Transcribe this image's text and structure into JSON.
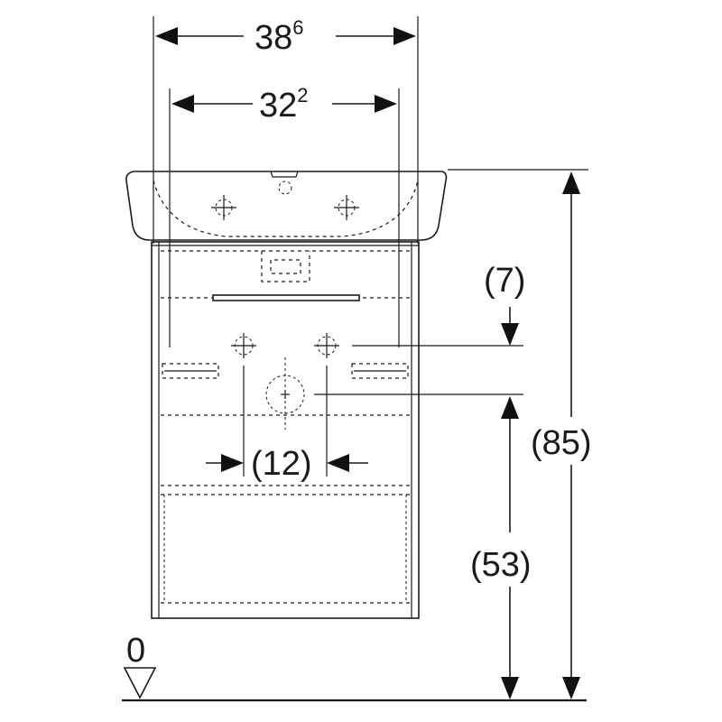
{
  "dimensions": {
    "overall_width": {
      "base": "38",
      "sup": "6"
    },
    "inner_width": {
      "base": "32",
      "sup": "2"
    },
    "drain_offset": "(7)",
    "tap_spacing": "(12)",
    "overall_height": "(85)",
    "drain_height": "(53)",
    "floor_level": "0"
  },
  "colors": {
    "ink": "#1a1a1a",
    "background": "#ffffff"
  }
}
